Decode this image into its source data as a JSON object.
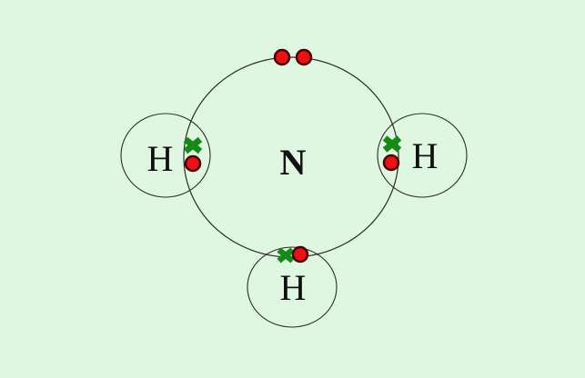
{
  "molecule": "NH3",
  "atoms": {
    "central": {
      "symbol": "N"
    },
    "hydrogens": [
      {
        "symbol": "H",
        "position": "left"
      },
      {
        "symbol": "H",
        "position": "right"
      },
      {
        "symbol": "H",
        "position": "bottom"
      }
    ]
  },
  "electrons": {
    "lone_pair_on_central_atom": {
      "count": 1,
      "symbol": "two red dots",
      "location": "top of nitrogen shell"
    },
    "bonding_pairs": [
      {
        "with": "left H",
        "symbols": "green cross + red dot"
      },
      {
        "with": "right H",
        "symbols": "green cross + red dot"
      },
      {
        "with": "bottom H",
        "symbols": "green cross (left) + red dot (right)"
      }
    ]
  },
  "colors": {
    "background": "#dff7e0",
    "shell_stroke": "#2a2a2a",
    "electron_dot_fill": "#ee1111",
    "electron_dot_stroke": "#440000",
    "electron_cross": "#168a16"
  }
}
